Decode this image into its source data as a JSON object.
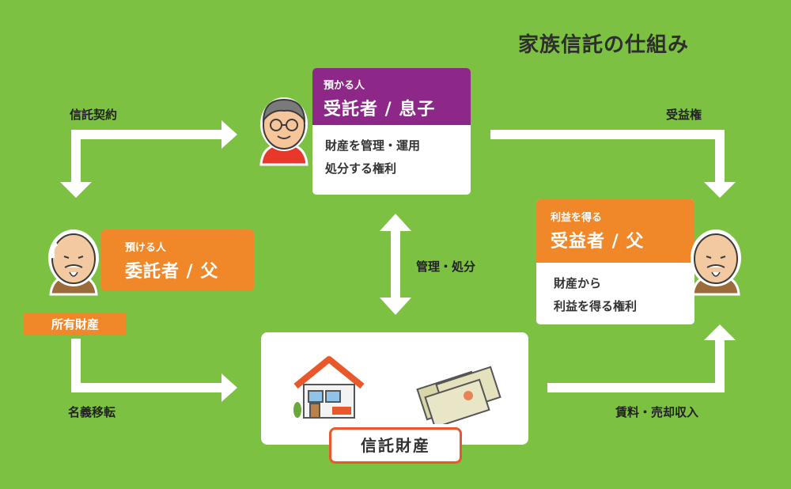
{
  "title": "家族信託の仕組み",
  "trustee": {
    "sub": "預かる人",
    "role": "受託者 / 息子",
    "desc1": "財産を管理・運用",
    "desc2": "処分する権利"
  },
  "settlor": {
    "sub": "預ける人",
    "role": "委託者 / 父"
  },
  "beneficiary": {
    "sub": "利益を得る",
    "role": "受益者 / 父",
    "desc1": "財産から",
    "desc2": "利益を得る権利"
  },
  "asset_badge": "所有財産",
  "trust_property": "信託財産",
  "flows": {
    "contract": "信託契約",
    "beneficial_right": "受益権",
    "manage": "管理・処分",
    "transfer": "名義移転",
    "income": "賃料・売却収入"
  },
  "colors": {
    "background": "#7cc142",
    "trustee": "#8d2888",
    "orange": "#f0882a",
    "trust_border": "#e8582b"
  }
}
